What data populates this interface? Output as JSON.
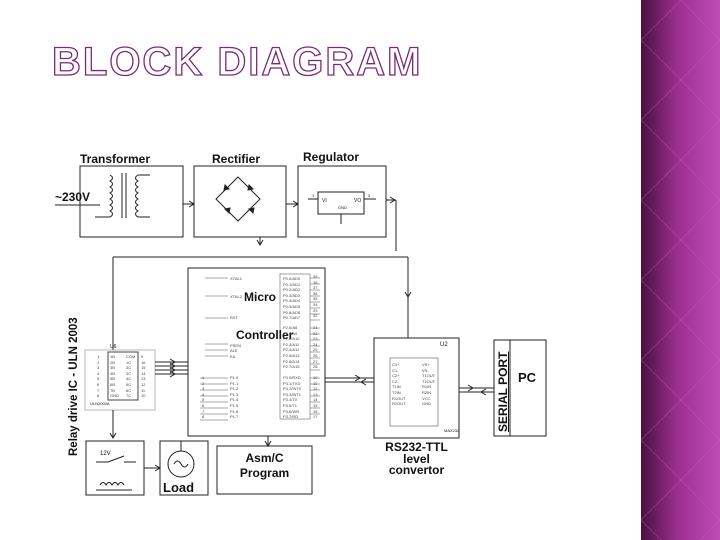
{
  "slide": {
    "title": "BLOCK DIAGRAM",
    "accent_color": "#9a2f8e"
  },
  "diagram": {
    "blocks": {
      "transformer": "Transformer",
      "rectifier": "Rectifier",
      "regulator": "Regulator",
      "micro": "Micro",
      "controller": "Controller",
      "relay_driver": "Relay drive IC - ULN 2003",
      "serial_port": "SERIAL PORT",
      "pc": "PC",
      "load": "Load",
      "asm_program": "Asm/C\nProgram",
      "rs232": "RS232-TTL\nlevel\nconvertor"
    },
    "input_voltage": "~230V",
    "relay_voltage": "12V",
    "regulator_pins": {
      "in": "VI",
      "out": "VO",
      "gnd": "GND",
      "pin1": "1",
      "pin3": "3"
    },
    "uln_chip": {
      "ref": "U6",
      "part": "ULN2003A",
      "left_pins": [
        "1",
        "2",
        "3",
        "4",
        "5",
        "6",
        "7",
        "8"
      ],
      "left_names": [
        "1B",
        "2B",
        "3B",
        "4B",
        "5B",
        "6B",
        "7B",
        "GND"
      ],
      "right_names": [
        "COM",
        "1C",
        "2C",
        "3C",
        "4C",
        "5C",
        "6C",
        "7C"
      ],
      "right_pins": [
        "9",
        "16",
        "15",
        "14",
        "13",
        "12",
        "11",
        "10"
      ]
    },
    "mcu_chip": {
      "top_labels": [
        "XTAL1",
        "XTAL2",
        "RST",
        "PSEN",
        "ALE",
        "EA"
      ],
      "p0": [
        "P0.0/AD0",
        "P0.1/AD1",
        "P0.2/AD2",
        "P0.3/AD3",
        "P0.4/AD4",
        "P0.5/AD5",
        "P0.6/AD6",
        "P0.7/AD7"
      ],
      "p0_pins": [
        "39",
        "38",
        "37",
        "36",
        "35",
        "34",
        "33",
        "32"
      ],
      "p2": [
        "P2.0/A8",
        "P2.1/A9",
        "P2.2/A10",
        "P2.3/A11",
        "P2.4/A12",
        "P2.5/A13",
        "P2.6/A14",
        "P2.7/A15"
      ],
      "p2_pins": [
        "21",
        "22",
        "23",
        "24",
        "25",
        "26",
        "27",
        "28"
      ],
      "p1": [
        "P1.0",
        "P1.1",
        "P1.2",
        "P1.3",
        "P1.4",
        "P1.5",
        "P1.6",
        "P1.7"
      ],
      "p1_pins": [
        "1",
        "2",
        "3",
        "4",
        "5",
        "6",
        "7",
        "8"
      ],
      "p3": [
        "P3.0/RXD",
        "P3.1/TXD",
        "P3.2/INT0",
        "P3.3/INT1",
        "P3.4/T0",
        "P3.5/T1",
        "P3.6/WR",
        "P3.7/RD"
      ],
      "p3_pins": [
        "10",
        "11",
        "12",
        "13",
        "14",
        "15",
        "16",
        "17"
      ]
    },
    "max_chip": {
      "ref": "U2",
      "part": "MAX232",
      "left": [
        "C1+",
        "C1-",
        "C2+",
        "C2-",
        "T1IN",
        "T2IN",
        "R1OUT",
        "R2OUT"
      ],
      "right": [
        "VS+",
        "VS-",
        "T1OUT",
        "T2OUT",
        "R1IN",
        "R2IN",
        "VCC",
        "GND"
      ]
    }
  }
}
